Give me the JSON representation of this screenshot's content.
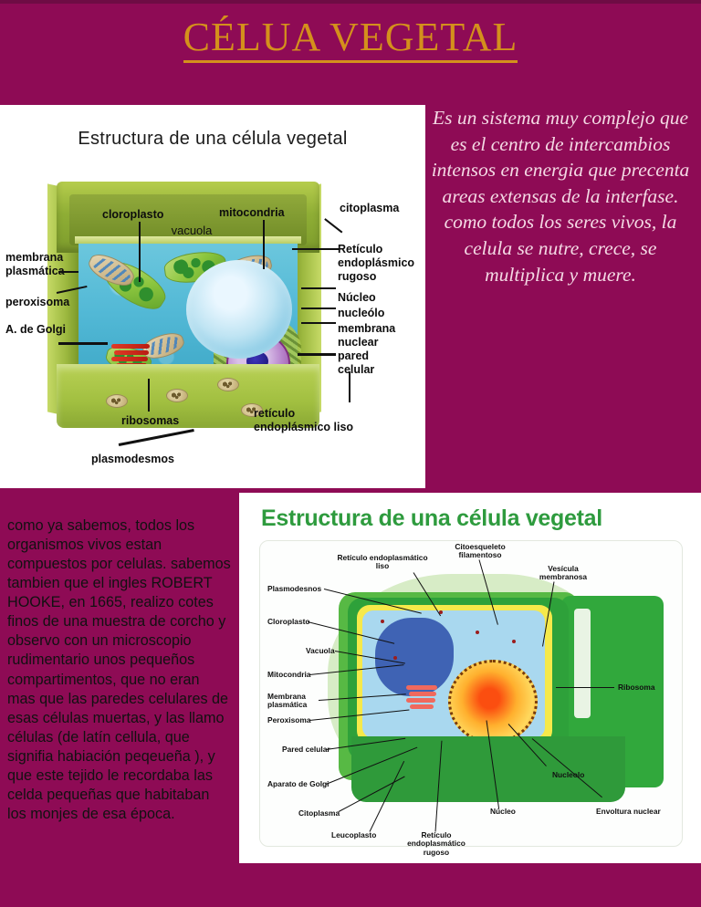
{
  "slide": {
    "background_color": "#8E0B55",
    "title": "CÉLUA VEGETAL",
    "title_color": "#D4901C"
  },
  "right_paragraph": {
    "text": "Es un sistema muy complejo que es el centro de intercambios intensos en energia que precenta areas extensas de la interfase. como todos los seres vivos, la celula se nutre, crece, se multiplica y muere.",
    "color": "#F4D9E4"
  },
  "left_paragraph": {
    "text": "como ya sabemos, todos los organismos vivos estan compuestos por celulas. sabemos tambien que el ingles ROBERT HOOKE, en 1665, realizo cotes finos de una  muestra de corcho y observo con un microscopio rudimentario unos pequeños compartimentos, que no eran mas que las paredes celulares de esas células muertas, y las llamo células (de latín cellula, que signifia habiación peqeueña ), y que este tejido le recordaba las celda pequeñas que habitaban los monjes de esa época.",
    "color": "#111111"
  },
  "diagram1": {
    "title": "Estructura de una célula vegetal",
    "vacuole_label": "vacuola",
    "labels_left": [
      "membrana",
      "plasmática",
      "peroxisoma",
      "A. de Golgi"
    ],
    "labels_top": [
      "cloroplasto",
      "mitocondria",
      "citoplasma"
    ],
    "labels_right": [
      "Retículo",
      "endoplásmico",
      "rugoso",
      "Núcleo",
      "nucleólo",
      "membrana",
      "nuclear",
      "pared",
      "celular"
    ],
    "labels_bottom": [
      "ribosomas",
      "retículo",
      "endoplásmico liso",
      "plasmodesmos"
    ]
  },
  "diagram2": {
    "title": "Estructura de una célula vegetal",
    "title_color": "#2E9B3E",
    "labels": [
      "Citoesqueleto filamentoso",
      "Retículo endoplasmático liso",
      "Vesícula membranosa",
      "Plasmodesnos",
      "Cloroplasto",
      "Vacuola",
      "Mitocondria",
      "Membrana plasmática",
      "Peroxisoma",
      "Pared celular",
      "Aparato de Golgi",
      "Citoplasma",
      "Leucoplasto",
      "Retículo endoplasmático rugoso",
      "Ribosoma",
      "Nucleolo",
      "Núcleo",
      "Envoltura nuclear"
    ]
  }
}
